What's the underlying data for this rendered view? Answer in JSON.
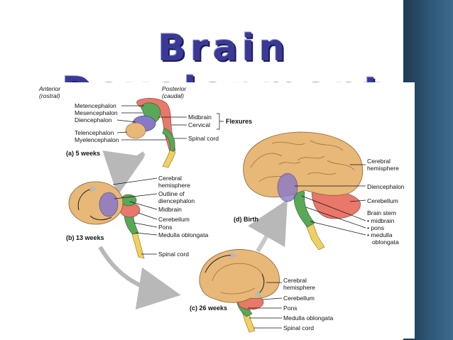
{
  "title": "Brain Development",
  "orientation": {
    "anterior": "Anterior",
    "anterior_sub": "(rostral)",
    "posterior": "Posterior",
    "posterior_sub": "(caudal)"
  },
  "stage_a": {
    "caption": "(a) 5 weeks",
    "labels": [
      "Metencephalon",
      "Mesencephalon",
      "Diencephalon",
      "Telencephalon",
      "Myelencephalon"
    ],
    "right_labels": [
      "Midbrain",
      "Cervical",
      "Spinal cord"
    ],
    "flexures": "Flexures"
  },
  "stage_b": {
    "caption": "(b) 13 weeks",
    "labels": [
      "Cerebral",
      "hemisphere",
      "Outline of",
      "diencephalon",
      "Midbrain",
      "Cerebellum",
      "Pons",
      "Medulla oblongata",
      "Spinal cord"
    ]
  },
  "stage_c": {
    "caption": "(c) 26 weeks",
    "labels": [
      "Cerebral",
      "hemisphere",
      "Cerebellum",
      "Pons",
      "Medulla oblongata",
      "Spinal cord"
    ]
  },
  "stage_d": {
    "caption": "(d) Birth",
    "labels": [
      "Cerebral",
      "hemisphere",
      "Diencephalon",
      "Cerebellum",
      "Brain stem",
      "• midbrain",
      "• pons",
      "• medulla",
      "oblongata"
    ]
  },
  "colors": {
    "title": "#3a3a96",
    "stripe": "#2f5878",
    "cerebrum": "#e8b878",
    "diencephalon": "#8878c8",
    "midbrain": "#58a858",
    "hindbrain": "#e8786a",
    "cord": "#f0d060"
  }
}
